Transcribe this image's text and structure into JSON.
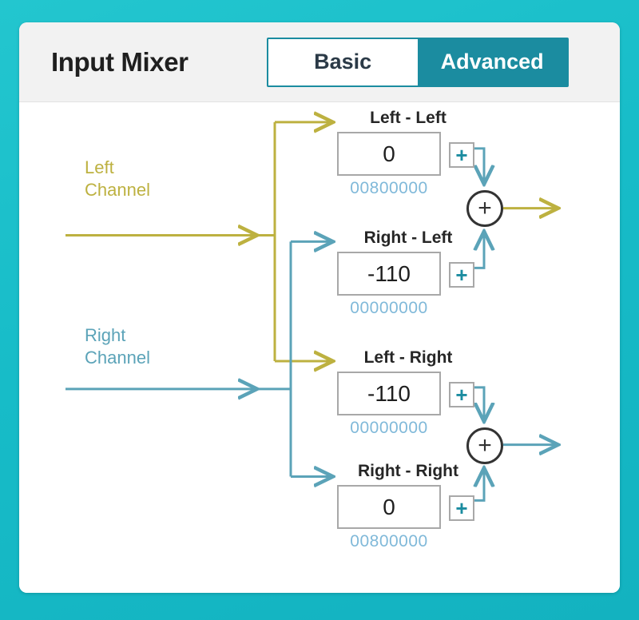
{
  "header": {
    "title": "Input Mixer",
    "toggle": {
      "options": [
        "Basic",
        "Advanced"
      ],
      "basic_label": "Basic",
      "advanced_label": "Advanced",
      "selected": "Advanced"
    }
  },
  "colors": {
    "page_background": "#1ec3cd",
    "accent_teal": "#1b8ca0",
    "left_channel": "#bdb140",
    "right_channel": "#5ba3b8",
    "hex_text": "#80b9d9",
    "box_border": "#a8a8a8",
    "header_background": "#f2f2f2"
  },
  "diagram": {
    "inputs": [
      {
        "id": "left",
        "label": "Left\nChannel",
        "color": "#bdb140"
      },
      {
        "id": "right",
        "label": "Right\nChannel",
        "color": "#5ba3b8"
      }
    ],
    "blocks": [
      {
        "id": "left-left",
        "title": "Left - Left",
        "value": "0",
        "hex": "00800000",
        "plus_label": "+"
      },
      {
        "id": "right-left",
        "title": "Right - Left",
        "value": "-110",
        "hex": "00000000",
        "plus_label": "+"
      },
      {
        "id": "left-right",
        "title": "Left - Right",
        "value": "-110",
        "hex": "00000000",
        "plus_label": "+"
      },
      {
        "id": "right-right",
        "title": "Right - Right",
        "value": "0",
        "hex": "00800000",
        "plus_label": "+"
      }
    ],
    "sum_nodes": [
      {
        "id": "sum-left",
        "symbol": "+",
        "output": "left"
      },
      {
        "id": "sum-right",
        "symbol": "+",
        "output": "right"
      }
    ]
  }
}
